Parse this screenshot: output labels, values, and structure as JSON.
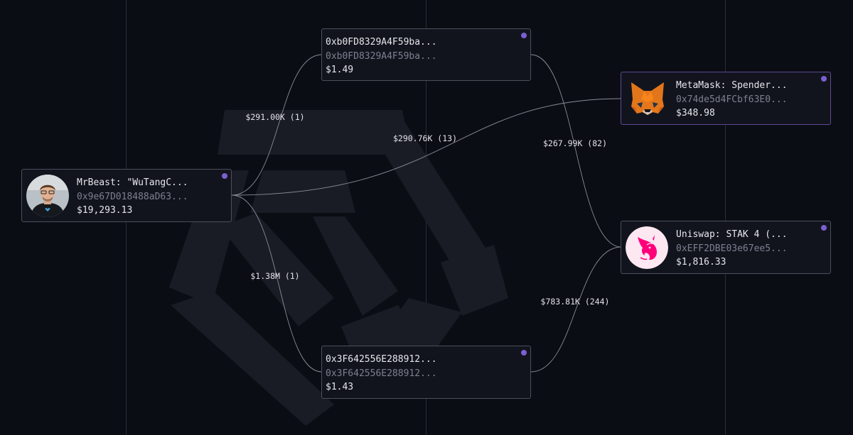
{
  "nodes": {
    "mrbeast": {
      "name": "MrBeast: \"WuTangC...",
      "address": "0x9e67D018488aD63...",
      "value": "$19,293.13"
    },
    "hop_top": {
      "name": "0xb0FD8329A4F59ba...",
      "address": "0xb0FD8329A4F59ba...",
      "value": "$1.49"
    },
    "hop_bottom": {
      "name": "0x3F642556E288912...",
      "address": "0x3F642556E288912...",
      "value": "$1.43"
    },
    "metamask": {
      "name": "MetaMask: Spender...",
      "address": "0x74de5d4FCbf63E0...",
      "value": "$348.98"
    },
    "uniswap": {
      "name": "Uniswap: STAK 4 (...",
      "address": "0xEFF2DBE03e67ee5...",
      "value": "$1,816.33"
    }
  },
  "edges": {
    "mrbeast_to_hop_top": "$291.00K (1)",
    "mrbeast_to_metamask": "$290.76K (13)",
    "mrbeast_to_hop_bottom": "$1.38M (1)",
    "hop_top_to_uniswap": "$267.99K (82)",
    "hop_bottom_to_uniswap": "$783.81K (244)"
  },
  "icons": {
    "mrbeast": "mrbeast-avatar-icon",
    "metamask": "metamask-fox-icon",
    "uniswap": "uniswap-unicorn-icon",
    "status_dot": "status-dot-icon"
  },
  "colors": {
    "background": "#0b0d14",
    "node_background": "#12141d",
    "node_border": "#4b4f5c",
    "highlight_border": "#5c4a93",
    "status_dot": "#7b5fd1",
    "edge": "#8a8d98",
    "uniswap_pink": "#ff007a",
    "metamask_orange": "#e2761b"
  }
}
